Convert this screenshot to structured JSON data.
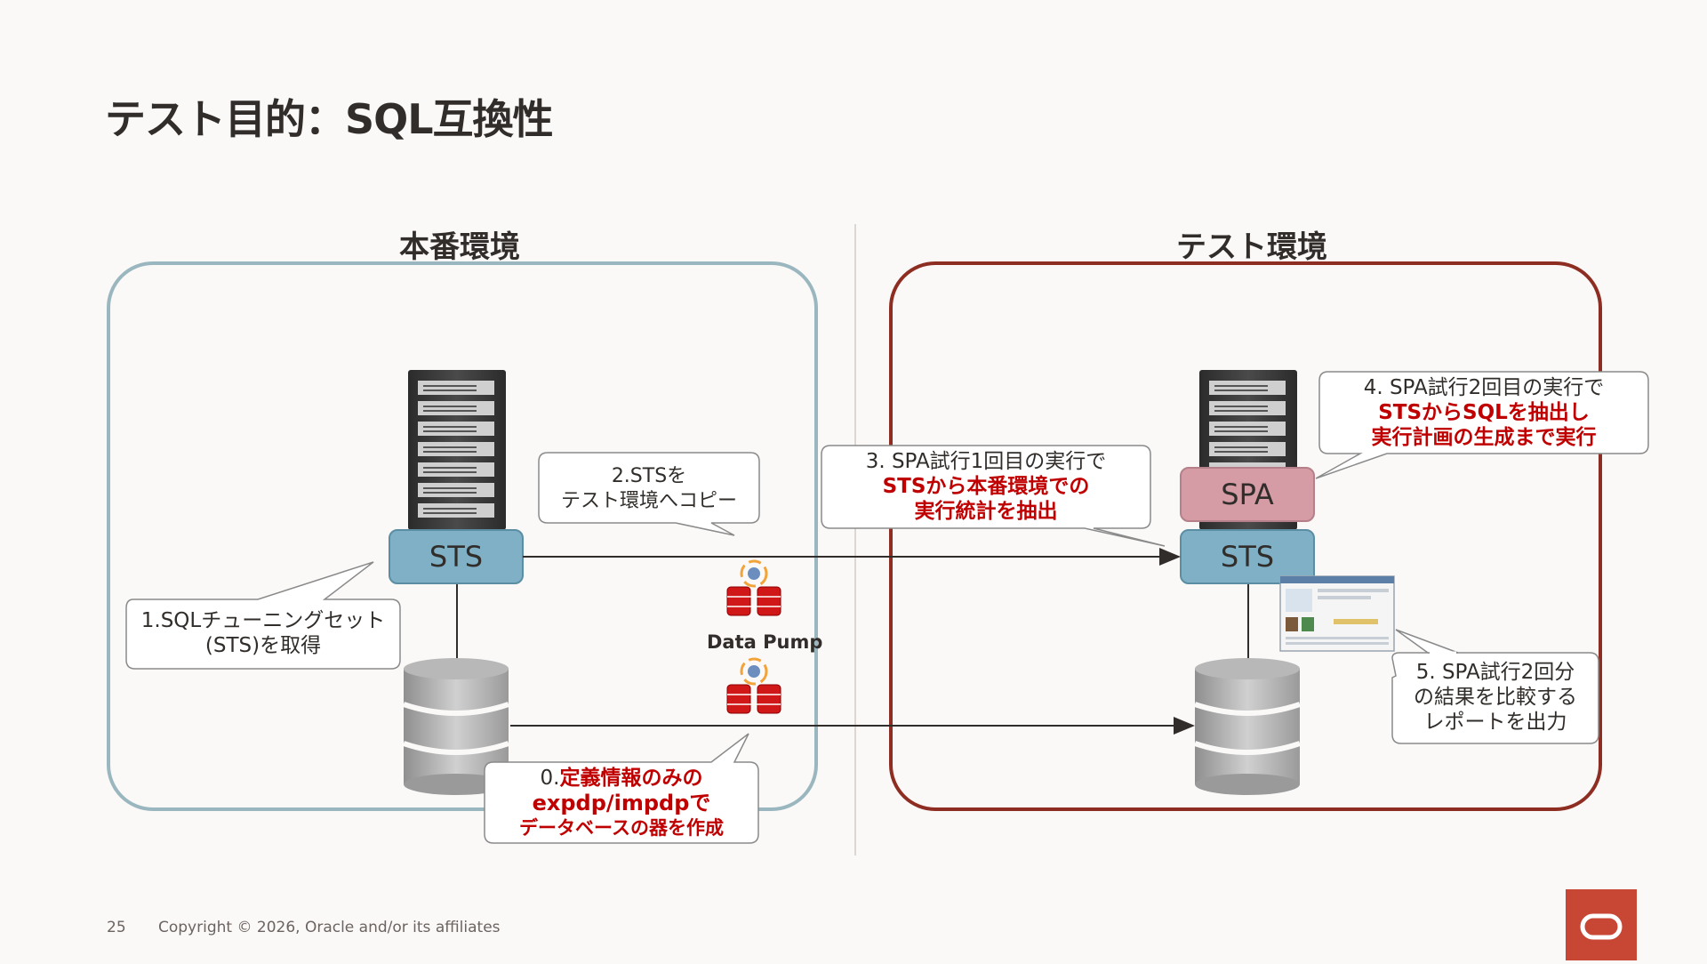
{
  "slide": {
    "title": "テスト目的：SQL互換性",
    "page_number": "25",
    "copyright": "Copyright © 2026, Oracle and/or its affiliates"
  },
  "environments": {
    "production": {
      "title": "本番環境",
      "color": "#9ab7bf"
    },
    "test": {
      "title": "テスト環境",
      "color": "#8e2e22"
    }
  },
  "boxes": {
    "sts_production": "STS",
    "sts_test": "STS",
    "spa": "SPA"
  },
  "data_pump": {
    "label": "Data Pump"
  },
  "callouts": {
    "step0": {
      "prefix": "0.",
      "line1": "定義情報のみの",
      "line2": "expdp/impdpで",
      "line3": "データベースの器を作成"
    },
    "step1": {
      "line1": "1.SQLチューニングセット",
      "line2": "(STS)を取得"
    },
    "step2": {
      "line1": "2.STSを",
      "line2": "テスト環境へコピー"
    },
    "step3": {
      "line1": "3. SPA試行1回目の実行で",
      "line2": "STSから本番環境での",
      "line3": "実行統計を抽出"
    },
    "step4": {
      "line1": "4. SPA試行2回目の実行で",
      "line2": "STSからSQLを抽出し",
      "line3": "実行計画の生成まで実行"
    },
    "step5": {
      "line1": "5. SPA試行2回分",
      "line2": "の結果を比較する",
      "line3": "レポートを出力"
    }
  },
  "colors": {
    "accent_red": "#c00000",
    "sts_fill": "#7fb0c6",
    "spa_fill": "#d59ca5",
    "oracle_red": "#c74634"
  },
  "icons": [
    "server-rack-icon",
    "database-icon",
    "data-pump-icon",
    "report-screenshot-icon",
    "oracle-logo-icon"
  ]
}
